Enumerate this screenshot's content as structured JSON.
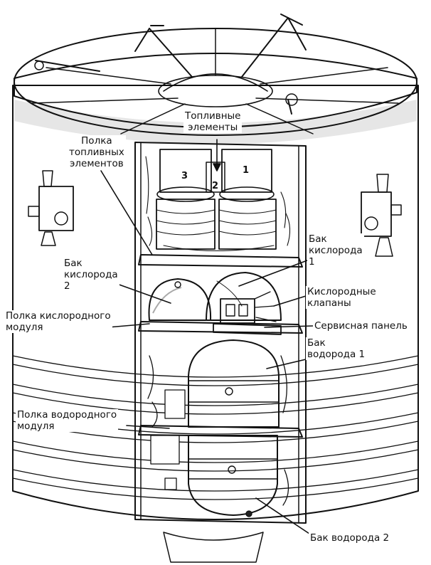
{
  "labels": {
    "fuel_cells": "Топливные\nэлементы",
    "fuel_cell_shelf": "Полка\nтопливных\nэлементов",
    "oxygen_tank_1": "Бак\nкислорода\n1",
    "oxygen_tank_2": "Бак\nкислорода\n2",
    "oxygen_valves": "Кислородные\nклапаны",
    "oxygen_shelf": "Полка кислородного\nмодуля",
    "service_panel": "Сервисная панель",
    "hydrogen_tank_1": "Бак\nводорода 1",
    "hydrogen_shelf": "Полка водородного\nмодуля",
    "hydrogen_tank_2": "Бак водорода 2"
  },
  "cell_numbers": {
    "cell_1": "1",
    "cell_2": "2",
    "cell_3": "3"
  },
  "colors": {
    "ink": "#111111",
    "paper": "#ffffff",
    "shade": "#e9e9e9"
  }
}
